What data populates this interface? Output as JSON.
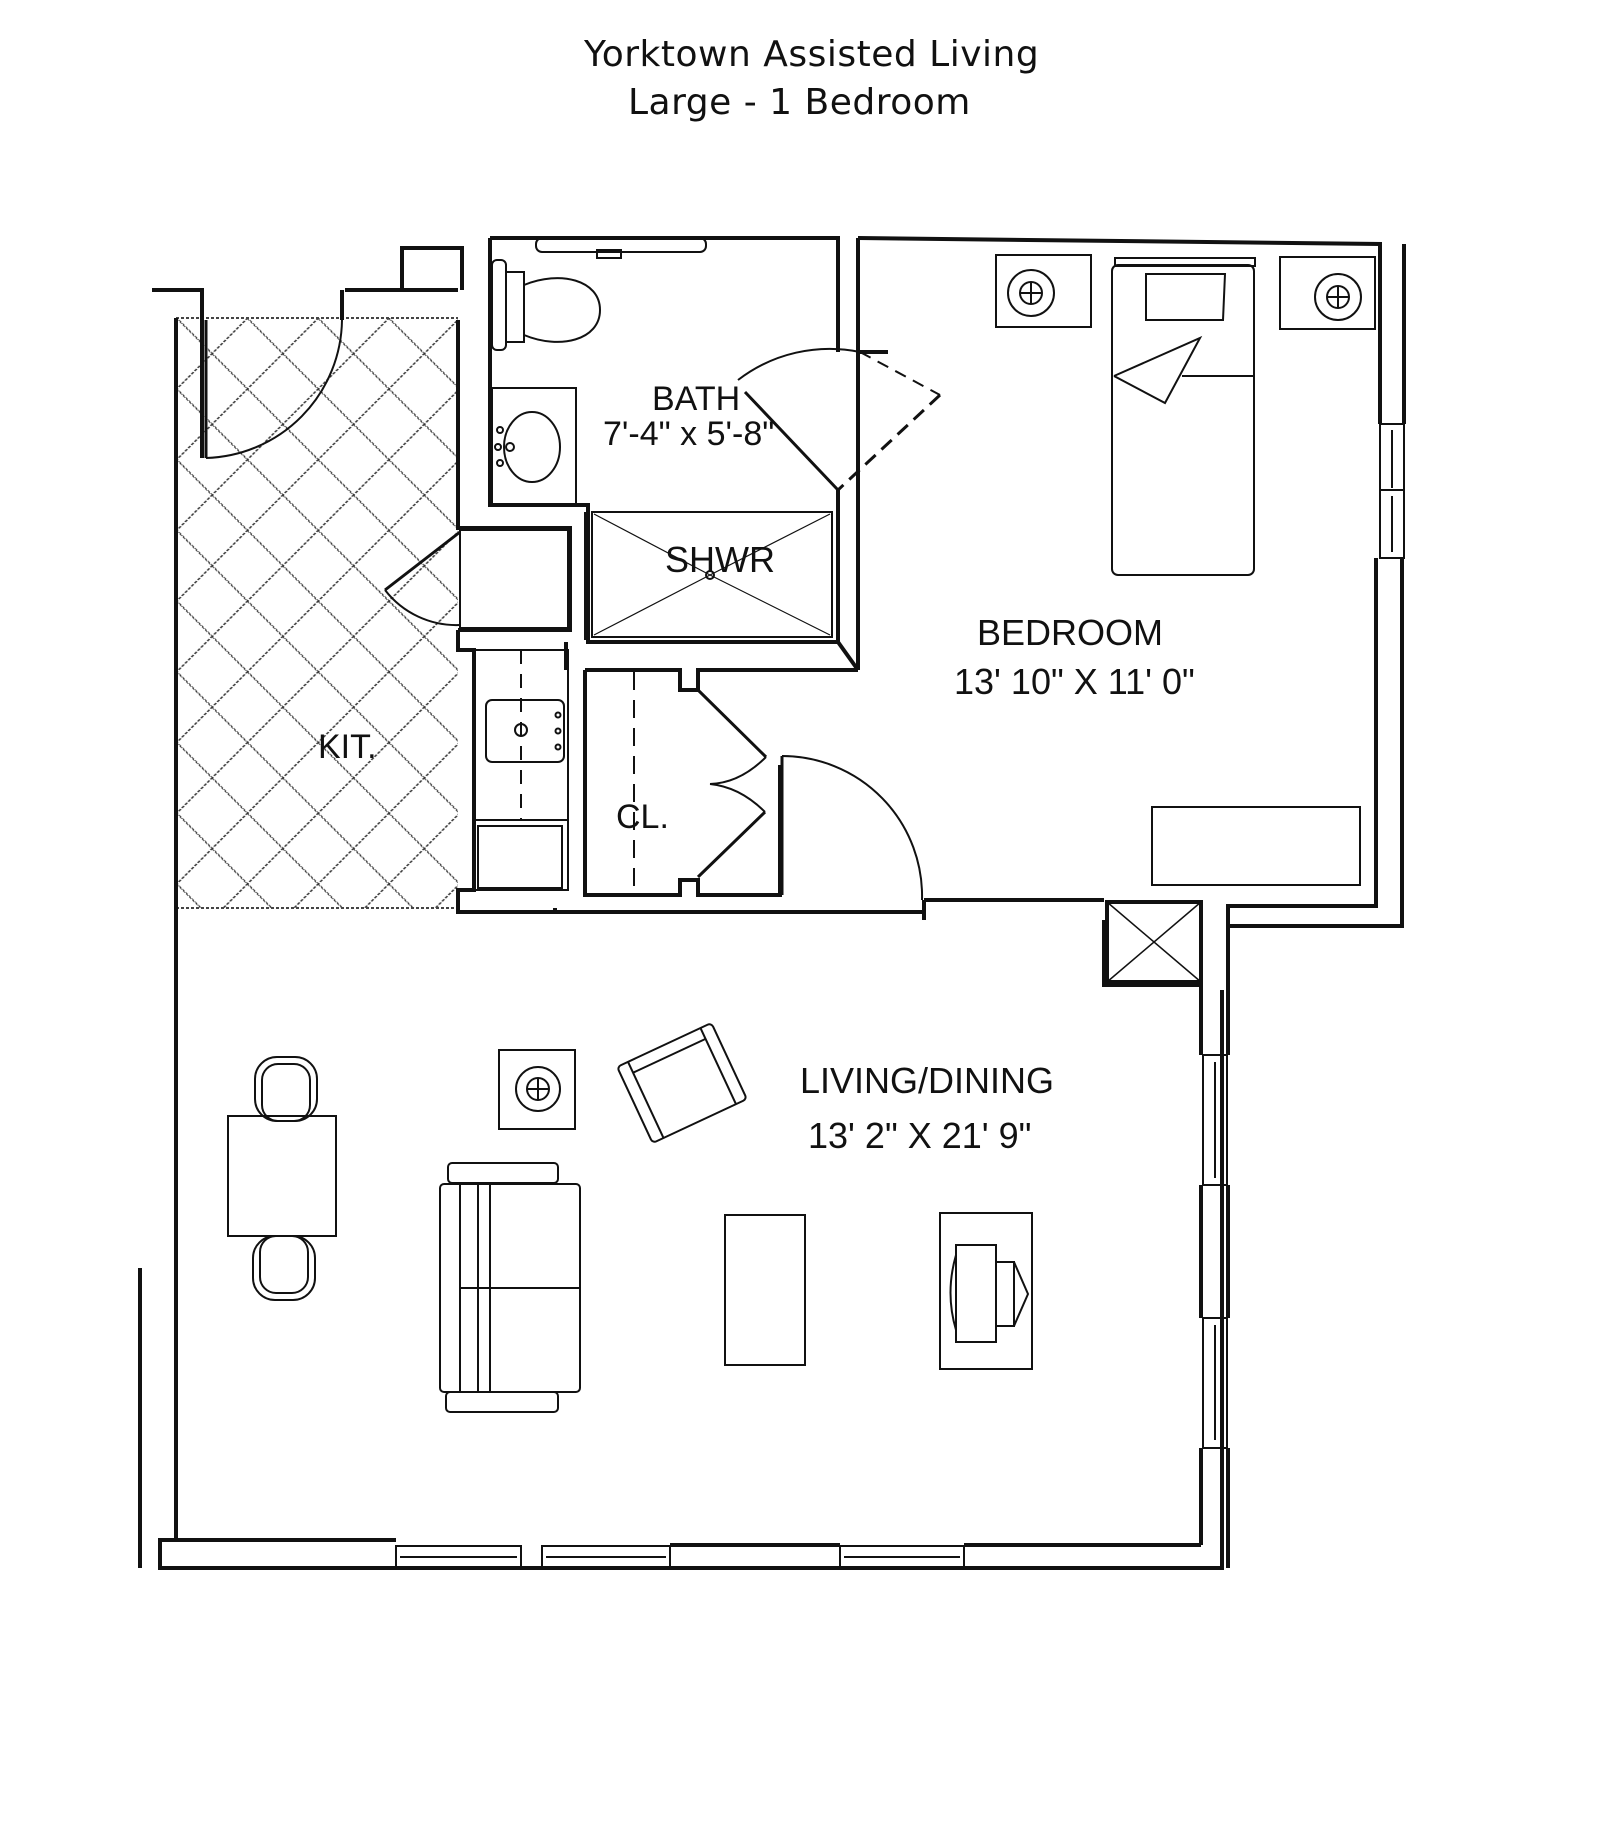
{
  "header": {
    "title": "Yorktown Assisted Living",
    "subtitle": "Large - 1 Bedroom"
  },
  "rooms": {
    "bath": {
      "name": "BATH",
      "dimensions": "7'-4\" x 5'-8\""
    },
    "shower": {
      "name": "SHWR"
    },
    "kitchen": {
      "name": "KIT."
    },
    "closet": {
      "name": "CL."
    },
    "bedroom": {
      "name": "BEDROOM",
      "dimensions": "13' 10\" X 11' 0\""
    },
    "living": {
      "name": "LIVING/DINING",
      "dimensions": "13' 2\" X 21' 9\""
    }
  },
  "colors": {
    "line": "#111111",
    "background": "#ffffff"
  }
}
